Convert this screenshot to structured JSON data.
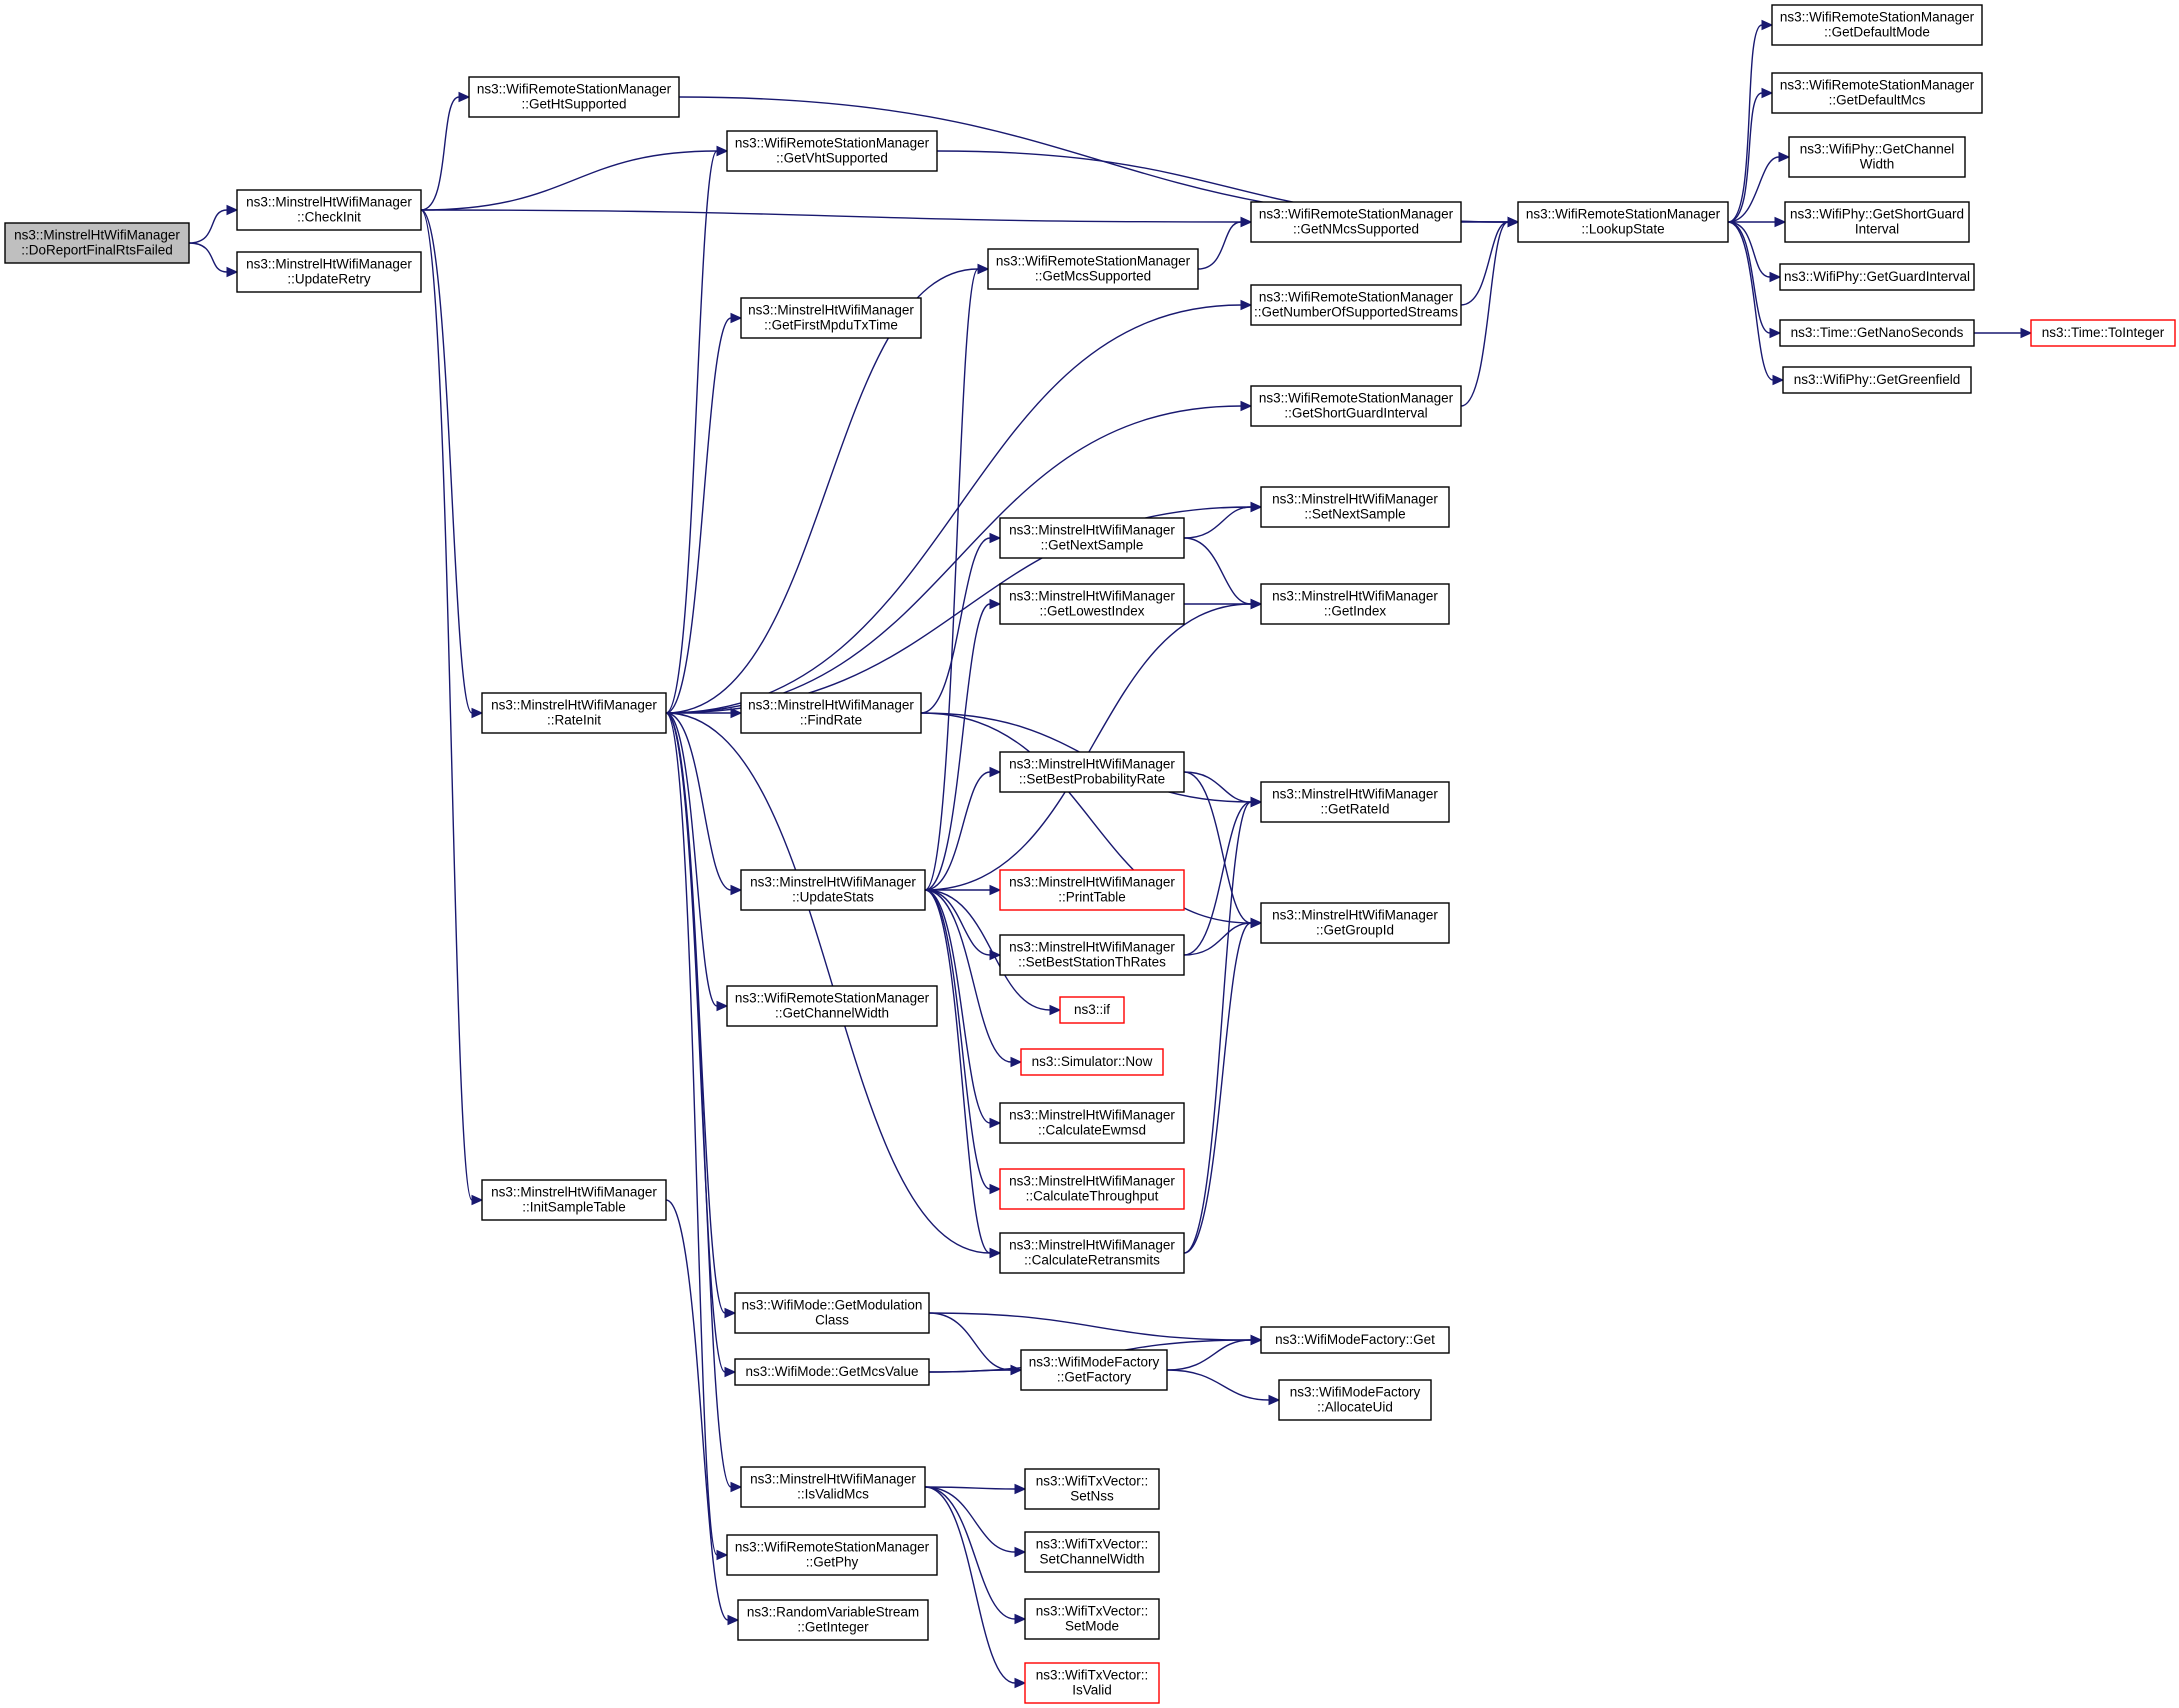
{
  "graph": {
    "edge_color": "#191970",
    "node_border": "#000000",
    "root_fill": "#bfbfbf",
    "truncated_border": "#ff0000",
    "nodes": [
      {
        "id": "n0",
        "lines": [
          "ns3::MinstrelHtWifiManager",
          "::DoReportFinalRtsFailed"
        ],
        "root": true
      },
      {
        "id": "n1",
        "lines": [
          "ns3::MinstrelHtWifiManager",
          "::CheckInit"
        ]
      },
      {
        "id": "n2",
        "lines": [
          "ns3::MinstrelHtWifiManager",
          "::UpdateRetry"
        ]
      },
      {
        "id": "n3",
        "lines": [
          "ns3::WifiRemoteStationManager",
          "::GetHtSupported"
        ]
      },
      {
        "id": "n4",
        "lines": [
          "ns3::WifiRemoteStationManager",
          "::GetVhtSupported"
        ]
      },
      {
        "id": "n5",
        "lines": [
          "ns3::WifiRemoteStationManager",
          "::GetNMcsSupported"
        ]
      },
      {
        "id": "n6",
        "lines": [
          "ns3::MinstrelHtWifiManager",
          "::RateInit"
        ]
      },
      {
        "id": "n7",
        "lines": [
          "ns3::MinstrelHtWifiManager",
          "::InitSampleTable"
        ]
      },
      {
        "id": "n8",
        "lines": [
          "ns3::WifiRemoteStationManager",
          "::LookupState"
        ]
      },
      {
        "id": "n9",
        "lines": [
          "ns3::WifiRemoteStationManager",
          "::GetDefaultMode"
        ]
      },
      {
        "id": "n10",
        "lines": [
          "ns3::WifiRemoteStationManager",
          "::GetDefaultMcs"
        ]
      },
      {
        "id": "n11",
        "lines": [
          "ns3::WifiPhy::GetChannel",
          "Width"
        ]
      },
      {
        "id": "n12",
        "lines": [
          "ns3::WifiPhy::GetShortGuard",
          "Interval"
        ]
      },
      {
        "id": "n13",
        "lines": [
          "ns3::WifiPhy::GetGuardInterval"
        ]
      },
      {
        "id": "n14",
        "lines": [
          "ns3::Time::GetNanoSeconds"
        ]
      },
      {
        "id": "n15",
        "lines": [
          "ns3::Time::ToInteger"
        ],
        "truncated": true
      },
      {
        "id": "n16",
        "lines": [
          "ns3::WifiPhy::GetGreenfield"
        ]
      },
      {
        "id": "n17",
        "lines": [
          "ns3::WifiRemoteStationManager",
          "::GetMcsSupported"
        ]
      },
      {
        "id": "n18",
        "lines": [
          "ns3::MinstrelHtWifiManager",
          "::GetFirstMpduTxTime"
        ]
      },
      {
        "id": "n19",
        "lines": [
          "ns3::WifiRemoteStationManager",
          "::GetNumberOfSupportedStreams"
        ]
      },
      {
        "id": "n20",
        "lines": [
          "ns3::WifiRemoteStationManager",
          "::GetShortGuardInterval"
        ]
      },
      {
        "id": "n21",
        "lines": [
          "ns3::MinstrelHtWifiManager",
          "::SetNextSample"
        ]
      },
      {
        "id": "n22",
        "lines": [
          "ns3::MinstrelHtWifiManager",
          "::GetNextSample"
        ]
      },
      {
        "id": "n23",
        "lines": [
          "ns3::MinstrelHtWifiManager",
          "::GetLowestIndex"
        ]
      },
      {
        "id": "n24",
        "lines": [
          "ns3::MinstrelHtWifiManager",
          "::GetIndex"
        ]
      },
      {
        "id": "n25",
        "lines": [
          "ns3::MinstrelHtWifiManager",
          "::FindRate"
        ]
      },
      {
        "id": "n26",
        "lines": [
          "ns3::MinstrelHtWifiManager",
          "::SetBestProbabilityRate"
        ]
      },
      {
        "id": "n27",
        "lines": [
          "ns3::MinstrelHtWifiManager",
          "::GetRateId"
        ]
      },
      {
        "id": "n28",
        "lines": [
          "ns3::MinstrelHtWifiManager",
          "::UpdateStats"
        ]
      },
      {
        "id": "n29",
        "lines": [
          "ns3::MinstrelHtWifiManager",
          "::PrintTable"
        ],
        "truncated": true
      },
      {
        "id": "n30",
        "lines": [
          "ns3::MinstrelHtWifiManager",
          "::SetBestStationThRates"
        ]
      },
      {
        "id": "n31",
        "lines": [
          "ns3::MinstrelHtWifiManager",
          "::GetGroupId"
        ]
      },
      {
        "id": "n32",
        "lines": [
          "ns3::WifiRemoteStationManager",
          "::GetChannelWidth"
        ]
      },
      {
        "id": "n33",
        "lines": [
          "ns3::if"
        ],
        "truncated": true
      },
      {
        "id": "n34",
        "lines": [
          "ns3::Simulator::Now"
        ],
        "truncated": true
      },
      {
        "id": "n35",
        "lines": [
          "ns3::MinstrelHtWifiManager",
          "::CalculateEwmsd"
        ]
      },
      {
        "id": "n36",
        "lines": [
          "ns3::MinstrelHtWifiManager",
          "::CalculateThroughput"
        ],
        "truncated": true
      },
      {
        "id": "n37",
        "lines": [
          "ns3::MinstrelHtWifiManager",
          "::CalculateRetransmits"
        ]
      },
      {
        "id": "n38",
        "lines": [
          "ns3::WifiMode::GetModulation",
          "Class"
        ]
      },
      {
        "id": "n39",
        "lines": [
          "ns3::WifiModeFactory::Get"
        ]
      },
      {
        "id": "n40",
        "lines": [
          "ns3::WifiMode::GetMcsValue"
        ]
      },
      {
        "id": "n41",
        "lines": [
          "ns3::WifiModeFactory",
          "::GetFactory"
        ]
      },
      {
        "id": "n42",
        "lines": [
          "ns3::WifiModeFactory",
          "::AllocateUid"
        ]
      },
      {
        "id": "n43",
        "lines": [
          "ns3::MinstrelHtWifiManager",
          "::IsValidMcs"
        ]
      },
      {
        "id": "n44",
        "lines": [
          "ns3::WifiTxVector::",
          "SetNss"
        ]
      },
      {
        "id": "n45",
        "lines": [
          "ns3::WifiTxVector::",
          "SetChannelWidth"
        ]
      },
      {
        "id": "n46",
        "lines": [
          "ns3::WifiRemoteStationManager",
          "::GetPhy"
        ]
      },
      {
        "id": "n47",
        "lines": [
          "ns3::WifiTxVector::",
          "SetMode"
        ]
      },
      {
        "id": "n48",
        "lines": [
          "ns3::RandomVariableStream",
          "::GetInteger"
        ]
      },
      {
        "id": "n49",
        "lines": [
          "ns3::WifiTxVector::",
          "IsValid"
        ],
        "truncated": true
      }
    ],
    "edges": [
      [
        "n0",
        "n1"
      ],
      [
        "n0",
        "n2"
      ],
      [
        "n1",
        "n3"
      ],
      [
        "n1",
        "n4"
      ],
      [
        "n1",
        "n5"
      ],
      [
        "n1",
        "n6"
      ],
      [
        "n1",
        "n7"
      ],
      [
        "n3",
        "n8"
      ],
      [
        "n4",
        "n8"
      ],
      [
        "n5",
        "n8"
      ],
      [
        "n8",
        "n9"
      ],
      [
        "n8",
        "n10"
      ],
      [
        "n8",
        "n11"
      ],
      [
        "n8",
        "n12"
      ],
      [
        "n8",
        "n13"
      ],
      [
        "n8",
        "n14"
      ],
      [
        "n8",
        "n16"
      ],
      [
        "n14",
        "n15"
      ],
      [
        "n6",
        "n4"
      ],
      [
        "n6",
        "n17"
      ],
      [
        "n6",
        "n18"
      ],
      [
        "n6",
        "n19"
      ],
      [
        "n6",
        "n20"
      ],
      [
        "n6",
        "n21"
      ],
      [
        "n6",
        "n25"
      ],
      [
        "n6",
        "n28"
      ],
      [
        "n6",
        "n32"
      ],
      [
        "n6",
        "n37"
      ],
      [
        "n6",
        "n38"
      ],
      [
        "n6",
        "n40"
      ],
      [
        "n6",
        "n43"
      ],
      [
        "n6",
        "n46"
      ],
      [
        "n17",
        "n5"
      ],
      [
        "n19",
        "n8"
      ],
      [
        "n20",
        "n8"
      ],
      [
        "n22",
        "n21"
      ],
      [
        "n22",
        "n24"
      ],
      [
        "n23",
        "n24"
      ],
      [
        "n25",
        "n22"
      ],
      [
        "n25",
        "n27"
      ],
      [
        "n25",
        "n31"
      ],
      [
        "n26",
        "n27"
      ],
      [
        "n26",
        "n31"
      ],
      [
        "n28",
        "n17"
      ],
      [
        "n28",
        "n23"
      ],
      [
        "n28",
        "n24"
      ],
      [
        "n28",
        "n26"
      ],
      [
        "n28",
        "n29"
      ],
      [
        "n28",
        "n30"
      ],
      [
        "n28",
        "n33"
      ],
      [
        "n28",
        "n34"
      ],
      [
        "n28",
        "n35"
      ],
      [
        "n28",
        "n36"
      ],
      [
        "n28",
        "n37"
      ],
      [
        "n30",
        "n27"
      ],
      [
        "n30",
        "n31"
      ],
      [
        "n37",
        "n27"
      ],
      [
        "n37",
        "n31"
      ],
      [
        "n38",
        "n39"
      ],
      [
        "n38",
        "n41"
      ],
      [
        "n40",
        "n41"
      ],
      [
        "n40",
        "n39"
      ],
      [
        "n41",
        "n39"
      ],
      [
        "n41",
        "n42"
      ],
      [
        "n43",
        "n44"
      ],
      [
        "n43",
        "n45"
      ],
      [
        "n43",
        "n47"
      ],
      [
        "n43",
        "n49"
      ],
      [
        "n7",
        "n48"
      ]
    ]
  }
}
